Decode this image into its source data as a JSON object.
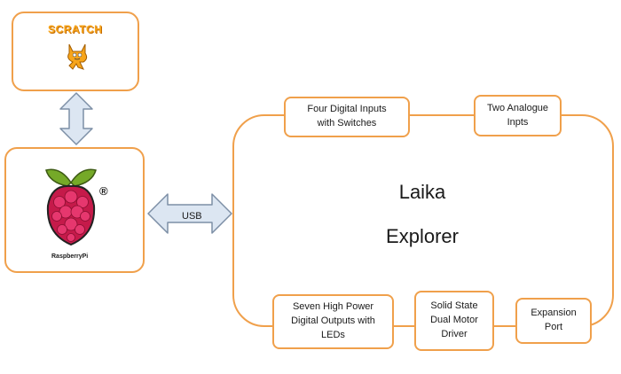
{
  "scratch": {
    "logo_text": "SCRATCH"
  },
  "raspberry": {
    "logo_text": "RaspberryPi",
    "registered": "®"
  },
  "usb_label": "USB",
  "laika": {
    "line1": "Laika",
    "line2": "Explorer"
  },
  "modules": [
    {
      "label": "Four Digital Inputs\nwith Switches"
    },
    {
      "label": "Two Analogue\nInpts"
    },
    {
      "label": "Seven High Power\nDigital Outputs with\nLEDs"
    },
    {
      "label": "Solid State\nDual Motor\nDriver"
    },
    {
      "label": "Expansion\nPort"
    }
  ],
  "colors": {
    "border": "#f0a04b",
    "arrow_fill": "#dce6f2",
    "arrow_stroke": "#7d8fa6",
    "raspberry": "#c51a4a",
    "leaf": "#75a928"
  }
}
